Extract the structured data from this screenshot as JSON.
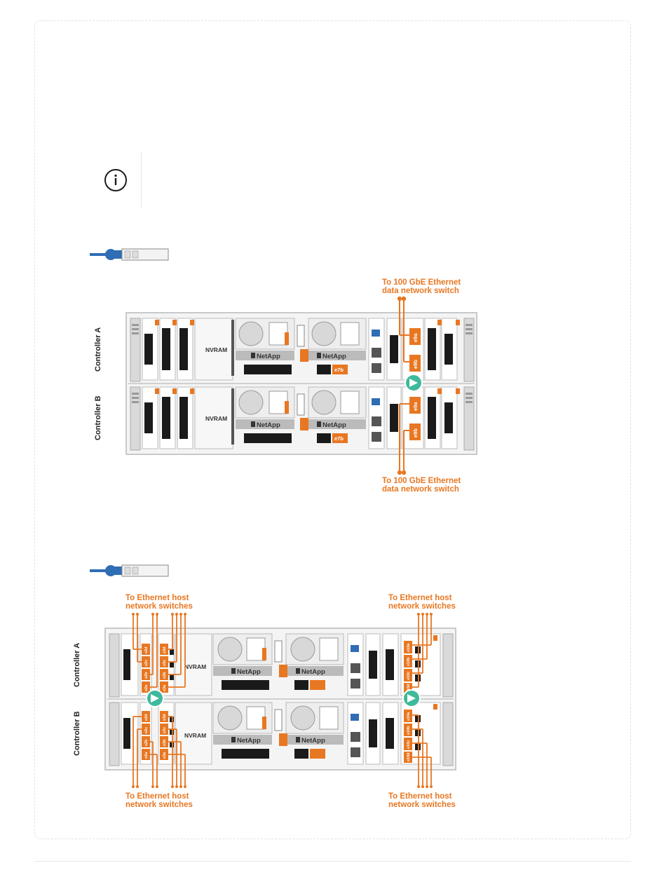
{
  "note": {
    "icon": "info-circle-icon"
  },
  "cable_icon": "qsfp-cable-icon",
  "colors": {
    "accent": "#e87722",
    "cable": "#2f6db5",
    "badge": "#3fb99b"
  },
  "diagram1": {
    "top_callout": [
      "To 100 GbE Ethernet",
      "data network switch"
    ],
    "bottom_callout": [
      "To 100 GbE Ethernet",
      "data network switch"
    ],
    "controllers": [
      "Controller A",
      "Controller B"
    ],
    "nvram": "NVRAM",
    "brand": "NetApp",
    "ports": [
      "e9a",
      "e9b"
    ],
    "mgmt_port": "e7b"
  },
  "diagram2": {
    "top_left_callout": [
      "To Ethernet host",
      "network switches"
    ],
    "top_right_callout": [
      "To Ethernet host",
      "network switches"
    ],
    "bottom_left_callout": [
      "To Ethernet host",
      "network switches"
    ],
    "bottom_right_callout": [
      "To Ethernet host",
      "network switches"
    ],
    "controllers": [
      "Controller A",
      "Controller B"
    ],
    "nvram": "NVRAM",
    "brand": "NetApp",
    "ports_left_col1": [
      "e2d",
      "e2c",
      "e2b",
      "e2a"
    ],
    "ports_left_col2": [
      "e3d",
      "e3c",
      "e3b",
      "e3a"
    ],
    "ports_right": [
      "e10a",
      "e10b",
      "e10c",
      "e10d"
    ]
  }
}
